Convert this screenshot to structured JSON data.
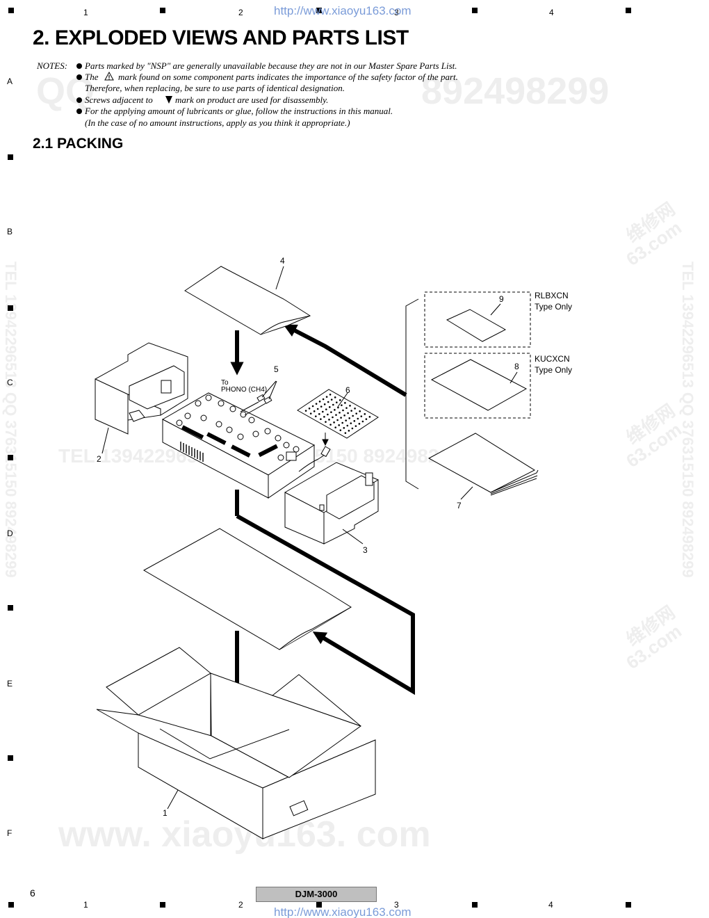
{
  "header": {
    "url": "http://www.xiaoyu163.com",
    "grid_columns": [
      "1",
      "2",
      "3",
      "4"
    ]
  },
  "grid_rows": [
    "A",
    "B",
    "C",
    "D",
    "E",
    "F"
  ],
  "title": "2. EXPLODED VIEWS AND PARTS LIST",
  "notes": {
    "label": "NOTES:",
    "lines": [
      "Parts marked by \"NSP\" are generally unavailable because they are not in our Master Spare Parts List.",
      "The",
      "mark found on some component parts indicates the importance of the safety factor of the part.",
      "Therefore, when replacing, be sure to use parts of identical designation.",
      "Screws adjacent to",
      "mark on product are used for disassembly.",
      "For the applying amount of lubricants or glue, follow the instructions in this manual.",
      "(In the case of no amount instructions, apply as you think it appropriate.)"
    ]
  },
  "section_title": "2.1  PACKING",
  "diagram": {
    "callouts": [
      "1",
      "2",
      "3",
      "4",
      "5",
      "6",
      "7",
      "8",
      "9"
    ],
    "connector_label": [
      "To",
      "PHONO (CH4)"
    ],
    "variant_rlbxcn": [
      "RLBXCN",
      "Type Only"
    ],
    "variant_kucxcn": [
      "KUCXCN",
      "Type Only"
    ]
  },
  "watermarks": {
    "qq_left": "QQ",
    "qq_right": "892498299",
    "tel_line": "TEL 13942296513  QQ 376315150  892498299",
    "site": "www. xiaoyu163. com",
    "side_vertical": "TEL 13942296513  QQ 376315150  892498299",
    "cn_mark": "维修网",
    "cn_com": "63.com"
  },
  "footer": {
    "page_number": "6",
    "model": "DJM-3000",
    "url": "http://www.xiaoyu163.com",
    "grid_columns": [
      "1",
      "2",
      "3",
      "4"
    ]
  }
}
